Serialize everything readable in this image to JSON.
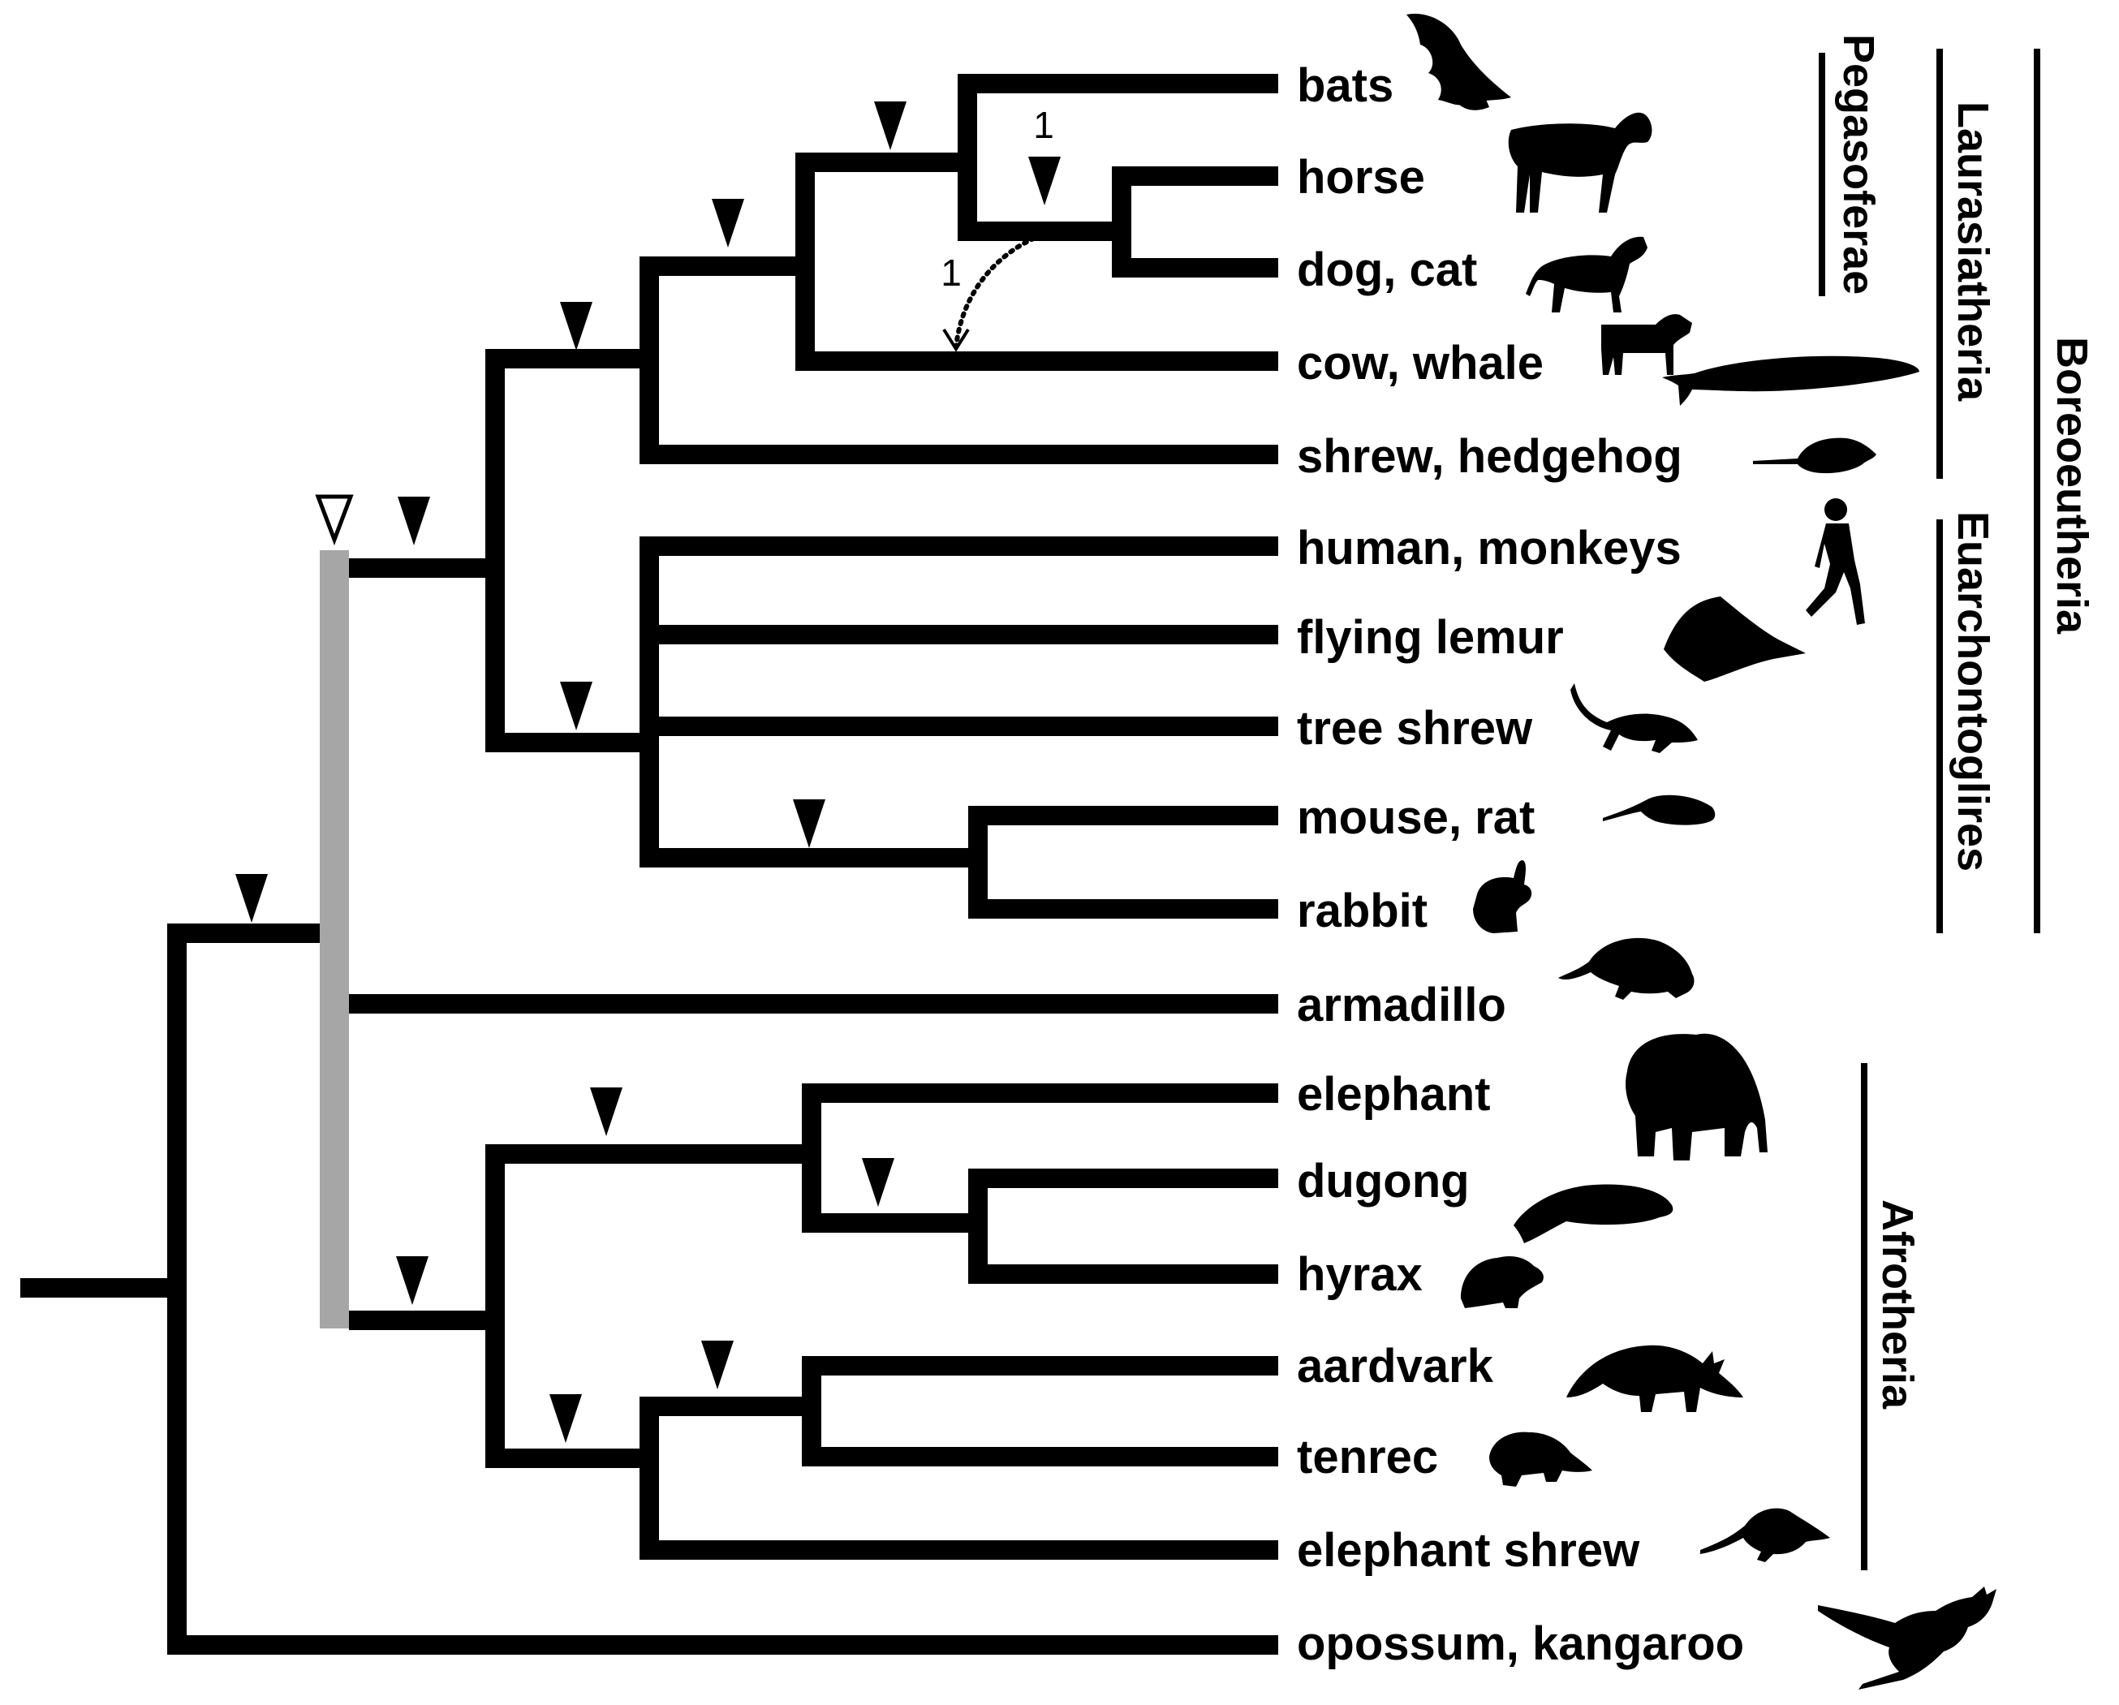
{
  "taxa": [
    {
      "id": "bats",
      "label": "bats",
      "icon": "bat-silhouette-icon"
    },
    {
      "id": "horse",
      "label": "horse",
      "icon": "horse-silhouette-icon"
    },
    {
      "id": "dogcat",
      "label": "dog, cat",
      "icon": "dog-silhouette-icon"
    },
    {
      "id": "cow",
      "label": "cow, whale",
      "icon": "cow-whale-silhouette-icon"
    },
    {
      "id": "shrew",
      "label": "shrew, hedgehog",
      "icon": "shrew-silhouette-icon"
    },
    {
      "id": "human",
      "label": "human, monkeys",
      "icon": "human-silhouette-icon"
    },
    {
      "id": "lemur",
      "label": "flying lemur",
      "icon": "flying-lemur-silhouette-icon"
    },
    {
      "id": "treeshrew",
      "label": "tree shrew",
      "icon": "tree-shrew-silhouette-icon"
    },
    {
      "id": "mouse",
      "label": "mouse, rat",
      "icon": "mouse-silhouette-icon"
    },
    {
      "id": "rabbit",
      "label": "rabbit",
      "icon": "rabbit-silhouette-icon"
    },
    {
      "id": "armadillo",
      "label": "armadillo",
      "icon": "armadillo-silhouette-icon"
    },
    {
      "id": "elephant",
      "label": "elephant",
      "icon": "elephant-silhouette-icon"
    },
    {
      "id": "dugong",
      "label": "dugong",
      "icon": "dugong-silhouette-icon"
    },
    {
      "id": "hyrax",
      "label": "hyrax",
      "icon": "hyrax-silhouette-icon"
    },
    {
      "id": "aardvark",
      "label": "aardvark",
      "icon": "aardvark-silhouette-icon"
    },
    {
      "id": "tenrec",
      "label": "tenrec",
      "icon": "tenrec-silhouette-icon"
    },
    {
      "id": "eshrew",
      "label": "elephant shrew",
      "icon": "elephant-shrew-silhouette-icon"
    },
    {
      "id": "opossum",
      "label": "opossum, kangaroo",
      "icon": "kangaroo-silhouette-icon"
    }
  ],
  "clades": {
    "pegasoferae": "Pegasoferae",
    "laurasiatheria": "Laurasiatheria",
    "euarchontoglires": "Euarchontoglires",
    "boreoeutheria": "Boreoeutheria",
    "afrotheria": "Afrotheria"
  },
  "event_labels": {
    "source": "1",
    "target": "1"
  },
  "colors": {
    "branch": "#000000",
    "stem_highlight": "#a6a6a6",
    "background": "#ffffff"
  }
}
